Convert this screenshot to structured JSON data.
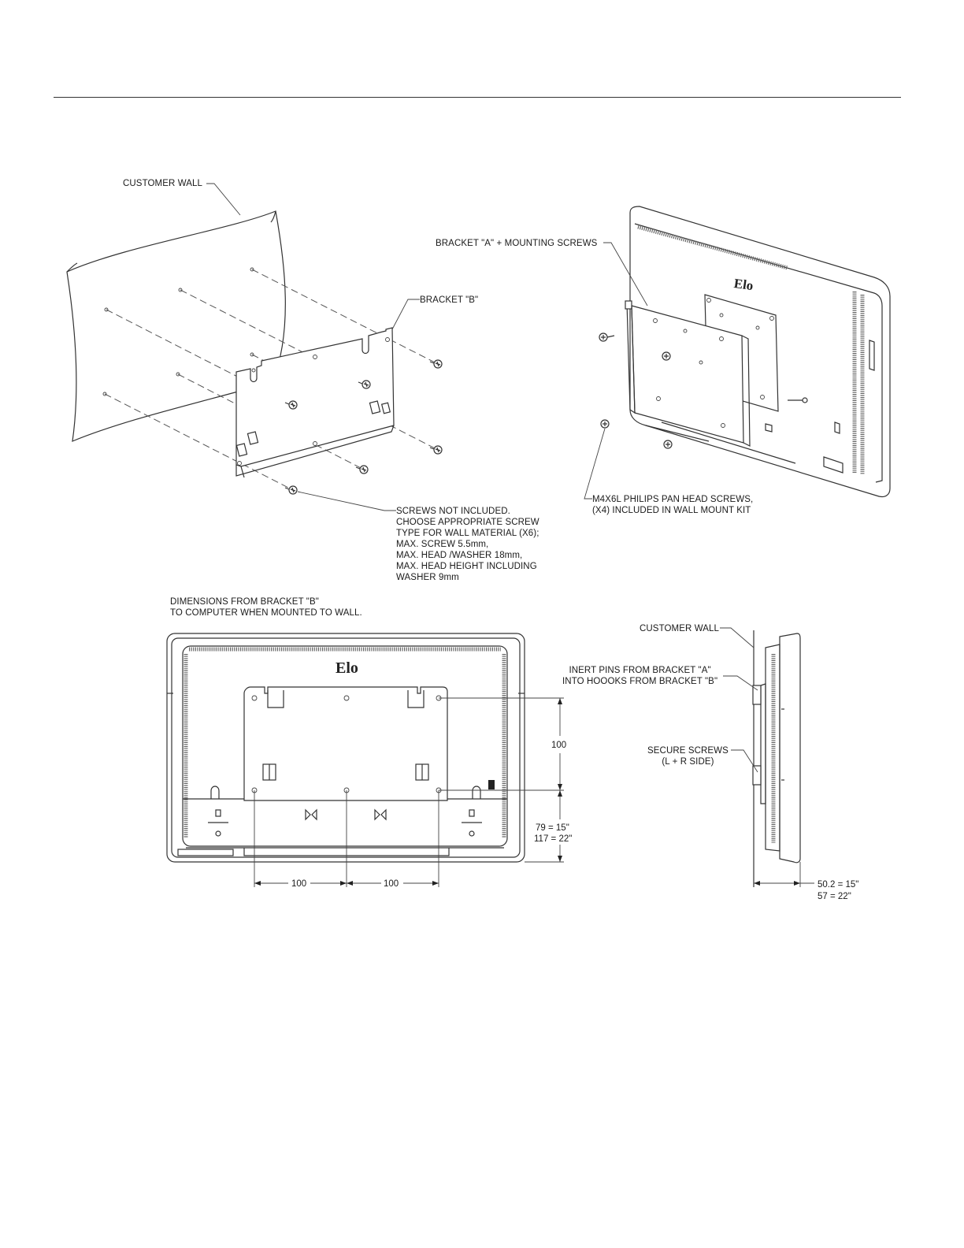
{
  "callouts": {
    "customer_wall_top": "CUSTOMER WALL",
    "bracket_b": "BRACKET \"B\"",
    "bracket_a_screws": "BRACKET \"A\" + MOUNTING SCREWS",
    "screws_not_included": [
      "SCREWS NOT INCLUDED.",
      "CHOOSE APPROPRIATE SCREW",
      "TYPE FOR WALL MATERIAL (X6);",
      "MAX. SCREW 5.5mm,",
      "MAX. HEAD /WASHER 18mm,",
      "MAX. HEAD HEIGHT INCLUDING",
      "WASHER 9mm"
    ],
    "m4_screws": [
      "M4X6L PHILIPS PAN HEAD SCREWS,",
      "(X4) INCLUDED IN WALL MOUNT KIT"
    ],
    "dimensions_note": [
      "DIMENSIONS FROM BRACKET \"B\"",
      "TO COMPUTER WHEN MOUNTED TO WALL."
    ],
    "customer_wall_side": "CUSTOMER WALL",
    "inert_pins": [
      "INERT PINS FROM BRACKET \"A\"",
      "INTO HOOOKS FROM BRACKET \"B\""
    ],
    "secure_screws": [
      "SECURE SCREWS",
      "(L + R SIDE)"
    ]
  },
  "dimensions": {
    "vertical_100": "100",
    "vertical_offset": [
      "79 = 15\"",
      "117 = 22\""
    ],
    "horizontal_left": "100",
    "horizontal_right": "100",
    "depth": [
      "50.2 = 15\"",
      "57 = 22\""
    ]
  },
  "logos": {
    "brand": "Elo"
  }
}
